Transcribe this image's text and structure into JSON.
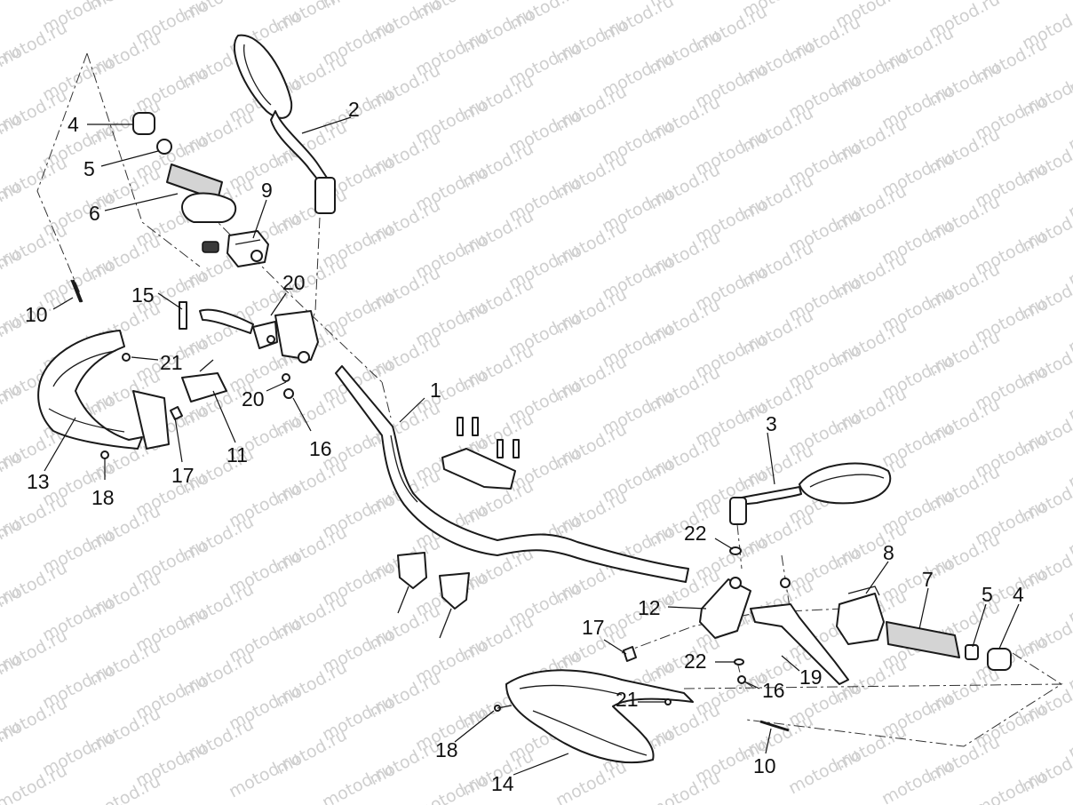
{
  "watermark": {
    "text": "motod.ru",
    "color": "#cfcfcf"
  },
  "callouts": [
    {
      "id": "c1",
      "text": "1"
    },
    {
      "id": "c2",
      "text": "2"
    },
    {
      "id": "c3",
      "text": "3"
    },
    {
      "id": "c4a",
      "text": "4"
    },
    {
      "id": "c4b",
      "text": "4"
    },
    {
      "id": "c5a",
      "text": "5"
    },
    {
      "id": "c5b",
      "text": "5"
    },
    {
      "id": "c6",
      "text": "6"
    },
    {
      "id": "c7",
      "text": "7"
    },
    {
      "id": "c8",
      "text": "8"
    },
    {
      "id": "c9",
      "text": "9"
    },
    {
      "id": "c10a",
      "text": "10"
    },
    {
      "id": "c10b",
      "text": "10"
    },
    {
      "id": "c11",
      "text": "11"
    },
    {
      "id": "c12",
      "text": "12"
    },
    {
      "id": "c13",
      "text": "13"
    },
    {
      "id": "c14",
      "text": "14"
    },
    {
      "id": "c15",
      "text": "15"
    },
    {
      "id": "c16a",
      "text": "16"
    },
    {
      "id": "c16b",
      "text": "16"
    },
    {
      "id": "c17a",
      "text": "17"
    },
    {
      "id": "c17b",
      "text": "17"
    },
    {
      "id": "c18a",
      "text": "18"
    },
    {
      "id": "c18b",
      "text": "18"
    },
    {
      "id": "c19",
      "text": "19"
    },
    {
      "id": "c20a",
      "text": "20"
    },
    {
      "id": "c20b",
      "text": "20"
    },
    {
      "id": "c21a",
      "text": "21"
    },
    {
      "id": "c21b",
      "text": "21"
    },
    {
      "id": "c22a",
      "text": "22"
    },
    {
      "id": "c22b",
      "text": "22"
    }
  ]
}
